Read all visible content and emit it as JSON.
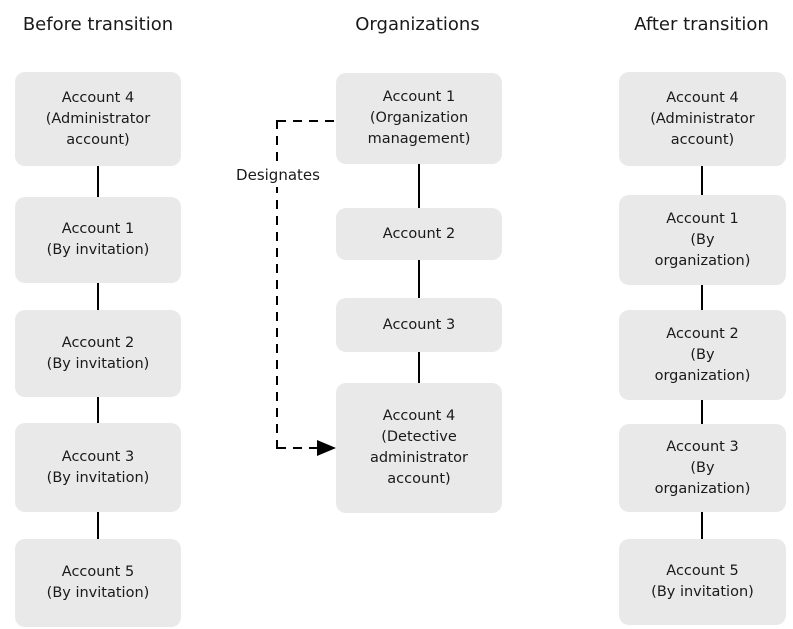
{
  "diagram": {
    "columns": [
      {
        "title": "Before transition",
        "boxes": [
          {
            "label": "Account 4\n(Administrator\naccount)"
          },
          {
            "label": "Account 1\n(By invitation)"
          },
          {
            "label": "Account 2\n(By invitation)"
          },
          {
            "label": "Account 3\n(By invitation)"
          },
          {
            "label": "Account 5\n(By invitation)"
          }
        ]
      },
      {
        "title": "Organizations",
        "boxes": [
          {
            "label": "Account 1\n(Organization\nmanagement)"
          },
          {
            "label": "Account 2"
          },
          {
            "label": "Account 3"
          },
          {
            "label": "Account 4\n(Detective\nadministrator\naccount)"
          }
        ]
      },
      {
        "title": "After transition",
        "boxes": [
          {
            "label": "Account 4\n(Administrator\naccount)"
          },
          {
            "label": "Account 1\n(By\norganization)"
          },
          {
            "label": "Account 2\n(By\norganization)"
          },
          {
            "label": "Account 3\n(By\norganization)"
          },
          {
            "label": "Account 5\n(By invitation)"
          }
        ]
      }
    ],
    "designates_label": "Designates",
    "colors": {
      "background": "#ffffff",
      "box_fill": "#e9e9e9",
      "line": "#000000",
      "text": "#1a1a1a"
    }
  }
}
